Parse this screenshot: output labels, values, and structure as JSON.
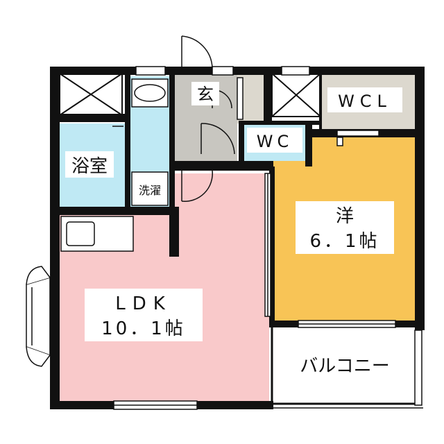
{
  "rooms": {
    "bath": "浴室",
    "laundry": "洗濯",
    "entrance": "玄",
    "wc": "WC",
    "wcl": "WCL",
    "western_name": "洋",
    "western_size": "6．1帖",
    "ldk_name": "LDK",
    "ldk_size": "10．1帖",
    "balcony": "バルコニー"
  },
  "colors": {
    "ldk": "#f9c9ca",
    "western": "#f8c456",
    "wet_area": "#bfe9f4",
    "entrance": "#c8c6c0",
    "storage": "#dcd8ce",
    "wall": "#111111"
  }
}
